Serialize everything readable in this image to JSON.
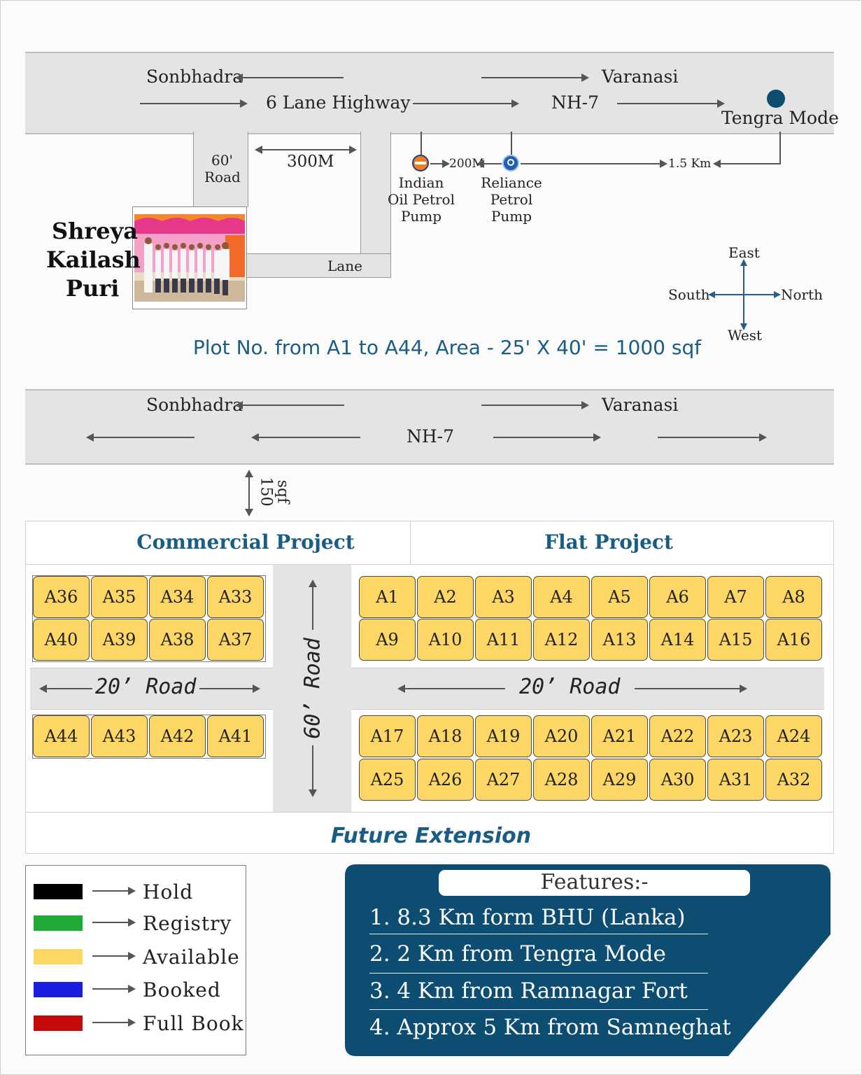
{
  "top_map": {
    "sonbhadra": "Sonbhadra",
    "varanasi": "Varanasi",
    "highway": "6 Lane Highway",
    "nh": "NH-7",
    "tengra": "Tengra Mode",
    "road60": "60'",
    "road60b": "Road",
    "dist300": "300M",
    "lane": "Lane",
    "site_line1": "Shreya",
    "site_line2": "Kailash",
    "site_line3": "Puri",
    "dist200": "200M",
    "dist15": "1.5 Km",
    "indian_oil": [
      "Indian",
      "Oil Petrol",
      "Pump"
    ],
    "reliance": [
      "Reliance",
      "Petrol",
      "Pump"
    ],
    "compass": {
      "east": "East",
      "west": "West",
      "south": "South",
      "north": "North"
    }
  },
  "plot_info": "Plot No. from A1 to A44, Area - 25' X 40' = 1000 sqf",
  "layout_map": {
    "sonbhadra": "Sonbhadra",
    "varanasi": "Varanasi",
    "nh": "NH-7",
    "setback_num": "150",
    "setback_unit": "sqf",
    "commercial": "Commercial Project",
    "flat": "Flat Project",
    "road20_left": "20’ Road",
    "road20_right": "20’ Road",
    "road60": "60’ Road",
    "future": "Future Extension"
  },
  "plots": {
    "commercial_row1": [
      "A36",
      "A35",
      "A34",
      "A33"
    ],
    "commercial_row2": [
      "A40",
      "A39",
      "A38",
      "A37"
    ],
    "commercial_row3": [
      "A44",
      "A43",
      "A42",
      "A41"
    ],
    "flat_row1": [
      "A1",
      "A2",
      "A3",
      "A4",
      "A5",
      "A6",
      "A7",
      "A8"
    ],
    "flat_row2": [
      "A9",
      "A10",
      "A11",
      "A12",
      "A13",
      "A14",
      "A15",
      "A16"
    ],
    "flat_row3": [
      "A17",
      "A18",
      "A19",
      "A20",
      "A21",
      "A22",
      "A23",
      "A24"
    ],
    "flat_row4": [
      "A25",
      "A26",
      "A27",
      "A28",
      "A29",
      "A30",
      "A31",
      "A32"
    ],
    "status_color": "#fcd766"
  },
  "legend": [
    {
      "label": "Hold",
      "color": "#000000"
    },
    {
      "label": "Registry",
      "color": "#1faa3a"
    },
    {
      "label": "Available",
      "color": "#fcd766"
    },
    {
      "label": "Booked",
      "color": "#1a1ee0"
    },
    {
      "label": "Full Book",
      "color": "#c40a0a"
    }
  ],
  "features": {
    "title": "Features:-",
    "items": [
      "1. 8.3 Km form BHU (Lanka)",
      "2. 2 Km from Tengra Mode",
      "3. 4 Km from Ramnagar Fort",
      "4. Approx 5 Km from Samneghat"
    ],
    "bg_color": "#0e4d72"
  },
  "colors": {
    "accent": "#0e4d72",
    "plot": "#fcd766",
    "road": "#e4e4e4"
  }
}
